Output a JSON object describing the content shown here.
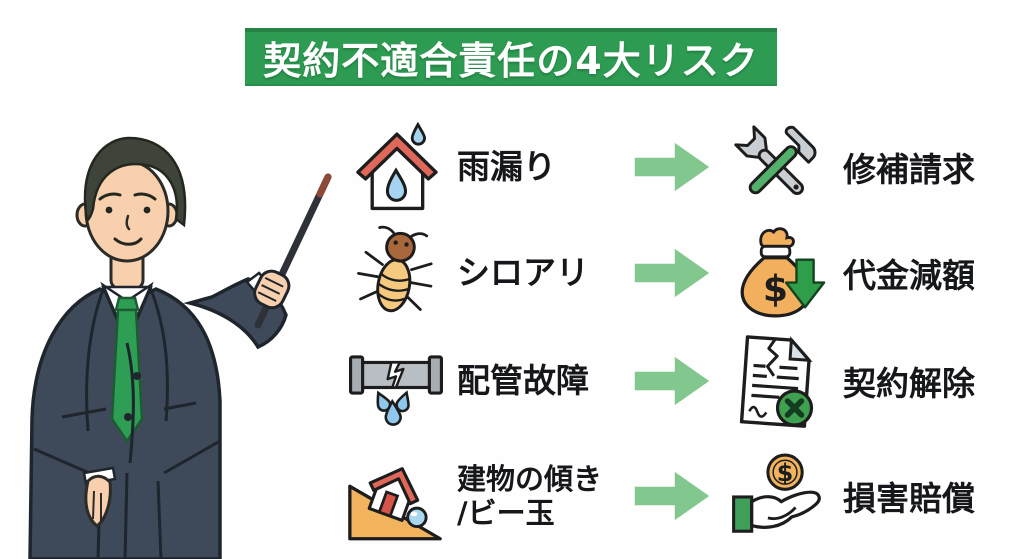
{
  "title": "契約不適合責任の4大リスク",
  "illustration": {
    "name": "businessman-with-pointer"
  },
  "colors": {
    "banner_green": "#2d9b52",
    "arrow_green": "#82c78e",
    "accent_green": "#3fa14f",
    "tie_green": "#2e9e55",
    "suit_navy": "#3e4a59",
    "bag_orange": "#f2b05e",
    "roof_red": "#e0685a",
    "drop_blue": "#a6d4f0",
    "text_dark": "#15171a"
  },
  "rows": [
    {
      "risk": {
        "icon": "rain-leak-house-icon",
        "label": "雨漏り"
      },
      "consequence": {
        "icon": "repair-tools-icon",
        "label": "修補請求"
      }
    },
    {
      "risk": {
        "icon": "termite-icon",
        "label": "シロアリ"
      },
      "consequence": {
        "icon": "money-bag-decrease-icon",
        "label": "代金減額"
      }
    },
    {
      "risk": {
        "icon": "broken-pipe-icon",
        "label": "配管故障"
      },
      "consequence": {
        "icon": "torn-contract-icon",
        "label": "契約解除"
      }
    },
    {
      "risk": {
        "icon": "tilted-house-marble-icon",
        "label": "建物の傾き\n/ビー玉"
      },
      "consequence": {
        "icon": "hand-coin-icon",
        "label": "損害賠償"
      }
    }
  ]
}
